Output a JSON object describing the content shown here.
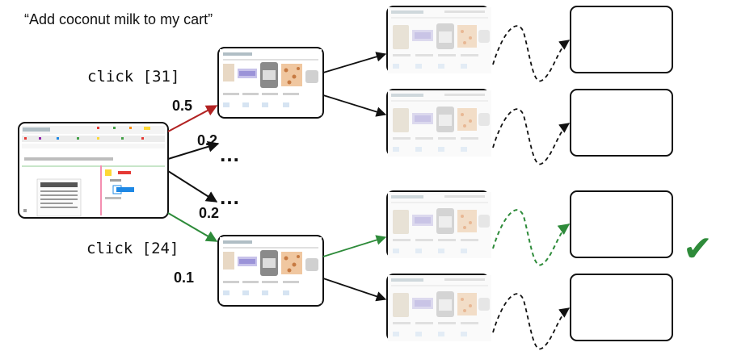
{
  "goal_text": "“Add coconut milk to my cart”",
  "branches": {
    "top": {
      "action": "click [31]",
      "probability": "0.5",
      "arrow_color": "#b22222"
    },
    "bottom": {
      "action": "click [24]",
      "probability": "0.1",
      "arrow_color": "#2e8b3a"
    },
    "other": [
      {
        "probability": "0.2",
        "ellipsis": "…"
      },
      {
        "probability": "0.2",
        "ellipsis": "…"
      }
    ]
  },
  "success_mark": "✔",
  "colors": {
    "success": "#2e8b3a",
    "failure_path": "#111111",
    "border": "#111111"
  }
}
